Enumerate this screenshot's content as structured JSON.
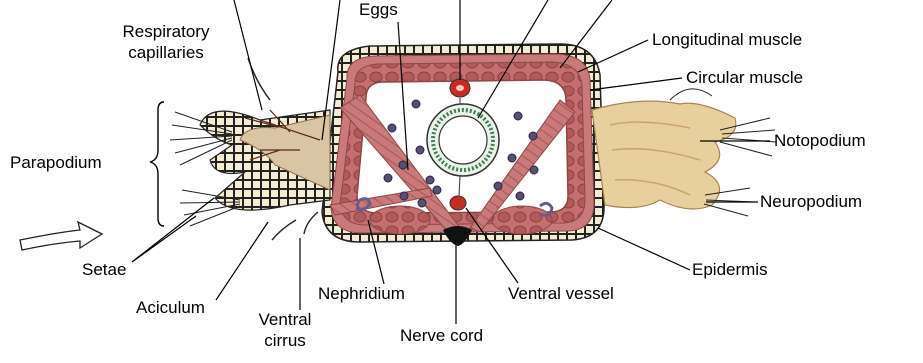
{
  "diagram": {
    "labels": {
      "eggs": "Eggs",
      "respiratory_capillaries_1": "Respiratory",
      "respiratory_capillaries_2": "capillaries",
      "longitudinal_muscle": "Longitudinal muscle",
      "circular_muscle": "Circular muscle",
      "parapodium": "Parapodium",
      "notopodium": "Notopodium",
      "neuropodium": "Neuropodium",
      "setae": "Setae",
      "aciculum": "Aciculum",
      "ventral_cirrus_1": "Ventral",
      "ventral_cirrus_2": "cirrus",
      "nephridium": "Nephridium",
      "ventral_vessel": "Ventral vessel",
      "nerve_cord": "Nerve cord",
      "epidermis": "Epidermis"
    },
    "colors": {
      "muscle": "#c9797a",
      "muscle_dark": "#9a4f4e",
      "muscle_fiber": "#b86a6a",
      "epidermis": "#f4ecd2",
      "coelom": "#ffffff",
      "cell": "#565071",
      "notopodium": "#e8cf9e",
      "notopodium_shade": "#c9a56a",
      "blood": "#cc2a1f",
      "nerve": "#111111",
      "line": "#000000"
    }
  }
}
